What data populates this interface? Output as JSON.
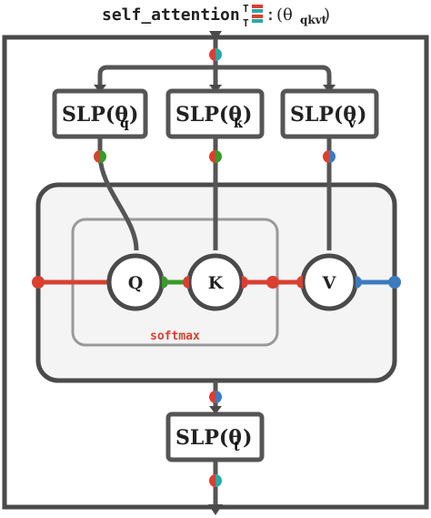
{
  "title": {
    "name": "self_attention",
    "sup": "T",
    "sub": "T",
    "separator": ":",
    "param_open": "(θ",
    "param_sub": "qkvt",
    "param_close": ")"
  },
  "slp_q": {
    "text": "SLP(θ",
    "sub": "q",
    "close": ")"
  },
  "slp_k": {
    "text": "SLP(θ",
    "sub": "k",
    "close": ")"
  },
  "slp_v": {
    "text": "SLP(θ",
    "sub": "v",
    "close": ")"
  },
  "slp_t": {
    "text": "SLP(θ",
    "sub": "t",
    "close": ")"
  },
  "nodes": {
    "q": "Q",
    "k": "K",
    "v": "V"
  },
  "softmax": {
    "label": "softmax"
  },
  "colors": {
    "red": "#d94030",
    "green": "#3a9a2a",
    "blue": "#3b7bbf",
    "teal": "#2aa8a8",
    "dark": "#555555",
    "frame": "#4a4a4a",
    "inner_fill": "#f4f4f4",
    "softmax_box": "#999999"
  }
}
